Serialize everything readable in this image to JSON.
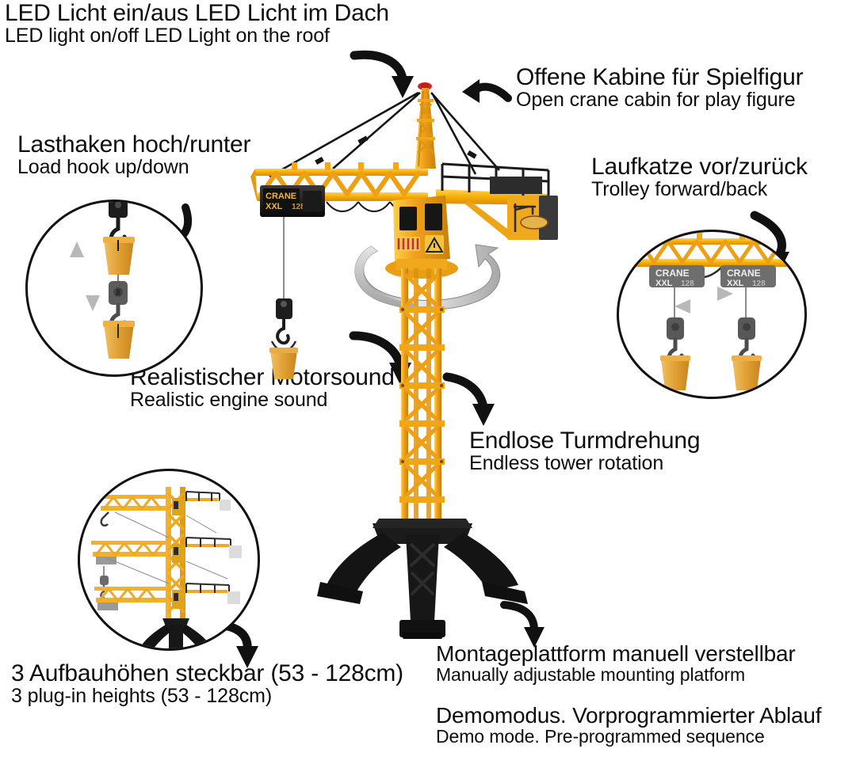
{
  "product": {
    "name": "CRANE XXL 128 toy tower crane",
    "badge_line1": "CRANE",
    "badge_line2": "XXL",
    "badge_model": "128",
    "colors": {
      "crane_yellow": "#f5a800",
      "crane_yellow_light": "#ffd24d",
      "crane_orange": "#e08a16",
      "crane_dark": "#2a2a2a",
      "base_black": "#111111",
      "bucket": "#e6a33a",
      "arrow_black": "#111111",
      "rotation_gray": "#b9b9b9",
      "text_black": "#0d0d0d",
      "background": "#ffffff"
    }
  },
  "features": [
    {
      "id": "led",
      "de": "LED Licht ein/aus LED Licht im Dach",
      "en": "LED light on/off LED Light on the roof"
    },
    {
      "id": "load-hook",
      "de": "Lasthaken hoch/runter",
      "en": "Load hook up/down"
    },
    {
      "id": "cabin",
      "de": "Offene Kabine für Spielfigur",
      "en": "Open crane cabin for play figure"
    },
    {
      "id": "trolley",
      "de": "Laufkatze vor/zurück",
      "en": "Trolley forward/back"
    },
    {
      "id": "motor-sound",
      "de": "Realistischer Motorsound",
      "en": "Realistic engine sound"
    },
    {
      "id": "tower-rotation",
      "de": "Endlose Turmdrehung",
      "en": "Endless tower rotation"
    },
    {
      "id": "heights",
      "de": "3 Aufbauhöhen steckbar (53 - 128cm)",
      "en": "3 plug-in heights (53 - 128cm)"
    },
    {
      "id": "platform",
      "de": "Montageplattform manuell verstellbar",
      "en": "Manually adjustable mounting platform"
    },
    {
      "id": "demo-mode",
      "de": "Demomodus. Vorprogrammierter Ablauf",
      "en": "Demo mode. Pre-programmed sequence"
    }
  ],
  "insets": {
    "hook": {
      "id": "hook-inset",
      "description": "Load hook with buckets and up/down arrows"
    },
    "trolley": {
      "id": "trolley-inset",
      "description": "Jib section with two trolleys and forward/back arrows"
    },
    "heights": {
      "id": "heights-inset",
      "description": "Crane shown at three plug-in jib heights"
    }
  },
  "icons": {
    "arrow_curved": "curved-arrow-icon",
    "arrow_up": "arrow-up-icon",
    "arrow_down": "arrow-down-icon",
    "arrow_right": "arrow-right-icon",
    "arrow_left": "arrow-left-icon",
    "rotation": "rotation-arrow-icon",
    "warning": "warning-triangle-icon",
    "led": "led-light-icon",
    "hook": "hook-icon",
    "bucket": "bucket-icon"
  }
}
